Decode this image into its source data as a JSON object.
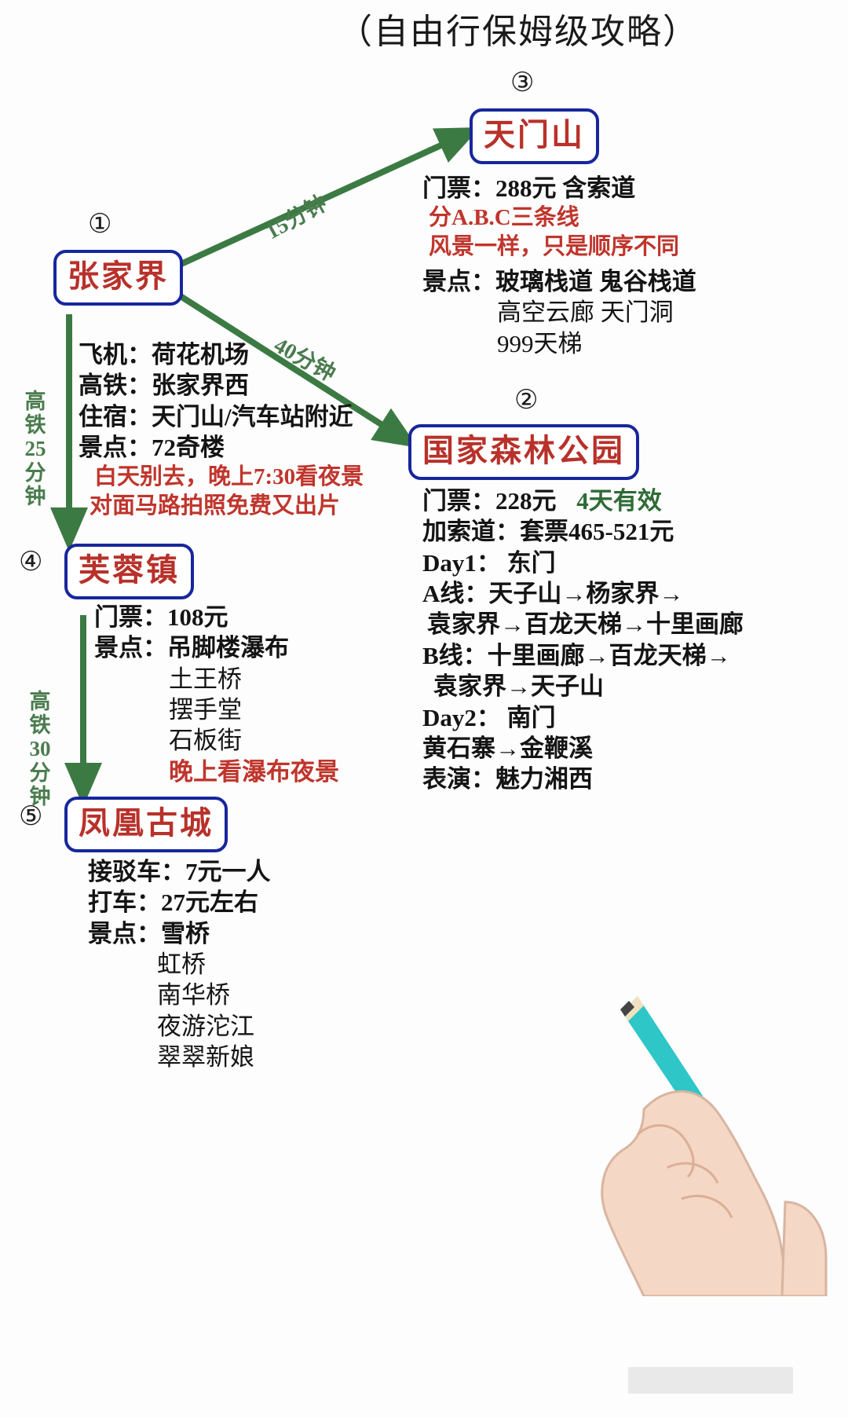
{
  "title": "（自由行保姆级攻略）",
  "nodes": {
    "zhangjiajie": {
      "num": "①",
      "label": "张家界"
    },
    "tianmenshan": {
      "num": "③",
      "label": "天门山"
    },
    "forestpark": {
      "num": "②",
      "label": "国家森林公园"
    },
    "furongzhen": {
      "num": "④",
      "label": "芙蓉镇"
    },
    "fenghuang": {
      "num": "⑤",
      "label": "凤凰古城"
    }
  },
  "edges": {
    "to_tianmenshan": "15分钟",
    "to_forestpark": "40分钟",
    "to_furongzhen": "高铁\n25分\n钟",
    "to_furongzhen_l1": "高铁",
    "to_furongzhen_l2": "25分",
    "to_furongzhen_l3": "钟",
    "to_fenghuang_l1": "高铁",
    "to_fenghuang_l2": "30分",
    "to_fenghuang_l3": "钟"
  },
  "zhangjiajie_details": [
    {
      "text": "飞机：荷花机场",
      "style": "black"
    },
    {
      "text": "高铁：张家界西",
      "style": "black"
    },
    {
      "text": "住宿：天门山/汽车站附近",
      "style": "black"
    },
    {
      "text": "景点：72奇楼",
      "style": "black"
    },
    {
      "text": "白天别去，晚上7:30看夜景",
      "style": "red"
    },
    {
      "text": "对面马路拍照免费又出片",
      "style": "red"
    }
  ],
  "tianmenshan_details": [
    {
      "text": "门票：288元 含索道",
      "style": "black"
    },
    {
      "text": "分A.B.C三条线",
      "style": "red"
    },
    {
      "text": "风景一样，只是顺序不同",
      "style": "red"
    },
    {
      "text": "景点：玻璃栈道 鬼谷栈道",
      "style": "black"
    },
    {
      "text": "高空云廊 天门洞",
      "style": "black",
      "indent": 95
    },
    {
      "text": "999天梯",
      "style": "black",
      "indent": 95
    }
  ],
  "forestpark_details": [
    {
      "text": "门票：228元",
      "style": "black",
      "suffix": "4天有效",
      "suffix_style": "green"
    },
    {
      "text": "加索道：套票465-521元",
      "style": "black"
    },
    {
      "text": "Day1： 东门",
      "style": "black"
    },
    {
      "text": "A线：天子山→杨家界→",
      "style": "black"
    },
    {
      "text": "袁家界→百龙天梯→十里画廊",
      "style": "black",
      "indent": 6
    },
    {
      "text": "B线：十里画廊→百龙天梯→",
      "style": "black"
    },
    {
      "text": "袁家界→天子山",
      "style": "black",
      "indent": 14
    },
    {
      "text": "Day2： 南门",
      "style": "black"
    },
    {
      "text": "黄石寨→金鞭溪",
      "style": "black"
    },
    {
      "text": "表演：魅力湘西",
      "style": "black"
    }
  ],
  "furongzhen_details": [
    {
      "text": "门票：108元",
      "style": "black"
    },
    {
      "text": "景点：吊脚楼瀑布",
      "style": "black"
    },
    {
      "text": "土王桥",
      "style": "black",
      "indent": 95
    },
    {
      "text": "摆手堂",
      "style": "black",
      "indent": 95
    },
    {
      "text": "石板街",
      "style": "black",
      "indent": 95
    },
    {
      "text": "晚上看瀑布夜景",
      "style": "red",
      "indent": 95
    }
  ],
  "fenghuang_details": [
    {
      "text": "接驳车：7元一人",
      "style": "black"
    },
    {
      "text": "打车：27元左右",
      "style": "black"
    },
    {
      "text": "景点：雪桥",
      "style": "black"
    },
    {
      "text": "虹桥",
      "style": "black",
      "indent": 88
    },
    {
      "text": "南华桥",
      "style": "black",
      "indent": 88
    },
    {
      "text": "夜游沱江",
      "style": "black",
      "indent": 88
    },
    {
      "text": "翠翠新娘",
      "style": "black",
      "indent": 88
    }
  ],
  "colors": {
    "node_border": "#18269c",
    "node_text": "#b8312a",
    "arrow_green": "#3c7a43",
    "note_red": "#c0352c",
    "note_green": "#2f6b36",
    "pencil": "#2ec6c6"
  }
}
